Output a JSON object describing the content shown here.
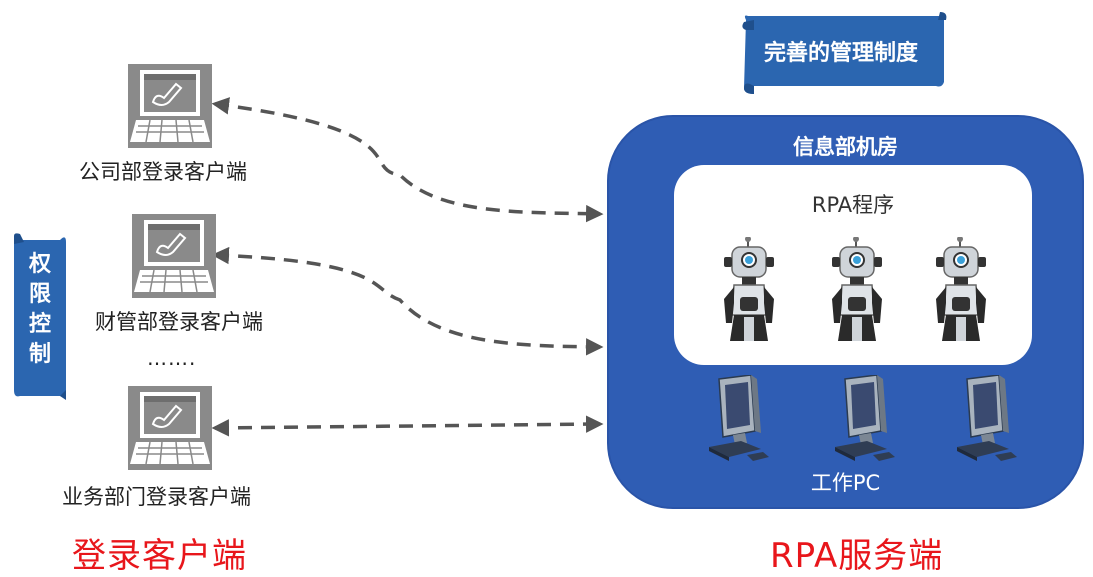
{
  "governance": {
    "title": "完善的管理制度"
  },
  "permission": {
    "title": "权限控制",
    "chars": [
      "权",
      "限",
      "控",
      "制"
    ]
  },
  "clients": [
    {
      "label": "公司部登录客户端"
    },
    {
      "label": "财管部登录客户端"
    },
    {
      "label": "业务部门登录客户端"
    }
  ],
  "ellipsis": "…….",
  "client_section_title": "登录客户端",
  "server": {
    "title": "信息部机房",
    "rpa_title": "RPA程序",
    "pc_label": "工作PC",
    "section_title": "RPA服务端"
  },
  "colors": {
    "accent_blue": "#2f5db4",
    "scroll_blue": "#2b66b0",
    "red": "#e8161b",
    "arrow_gray": "#555555"
  }
}
